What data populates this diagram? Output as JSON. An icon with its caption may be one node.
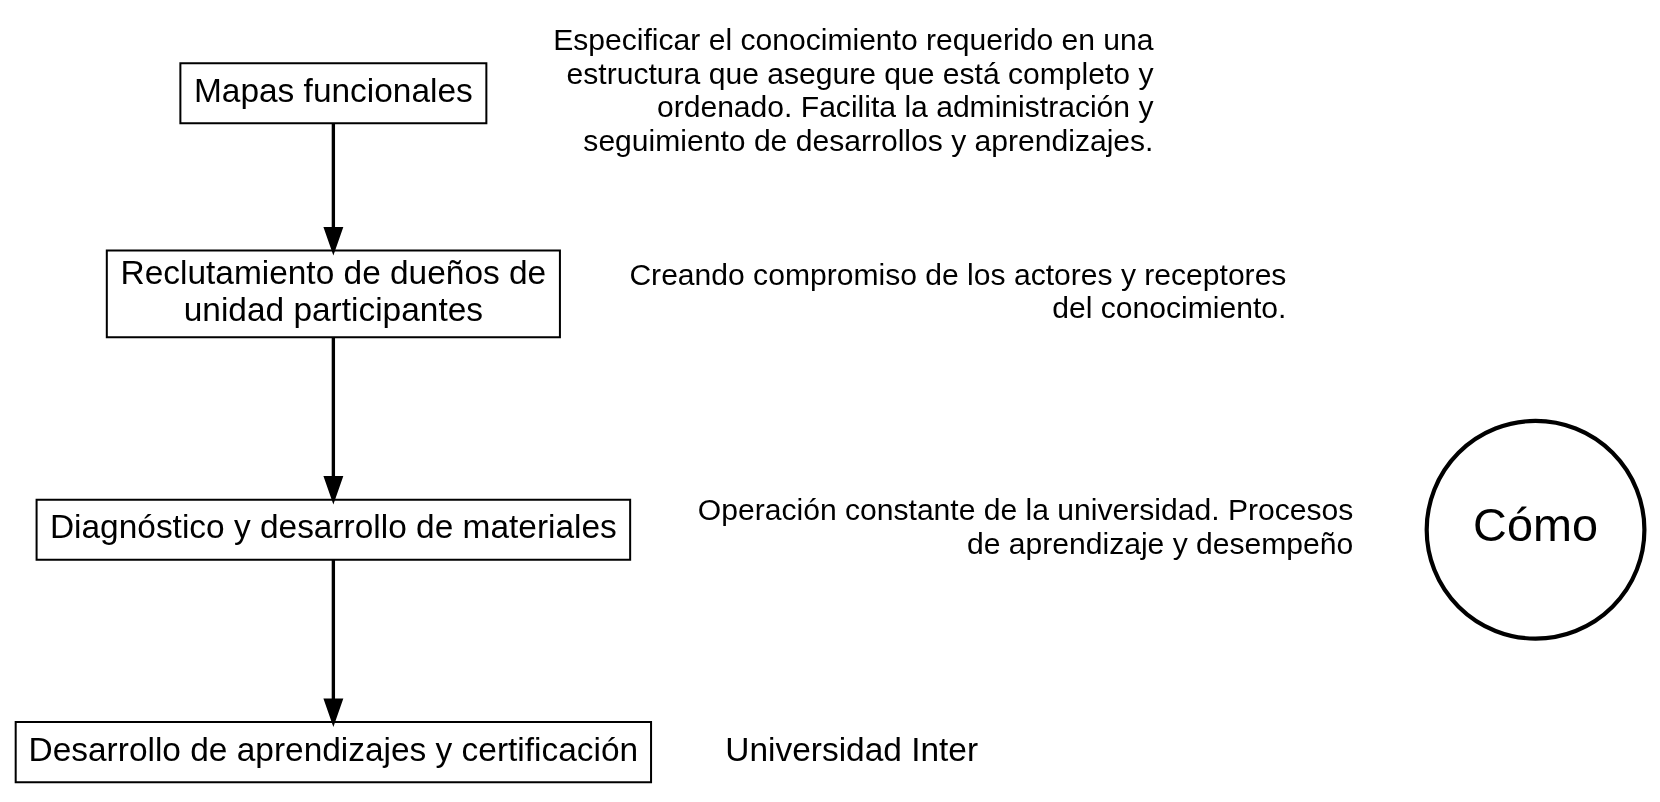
{
  "diagram": {
    "nodes": [
      {
        "text": [
          "Mapas funcionales"
        ],
        "beside": [
          "Especificar el conocimiento requerido en una estructura que asegure que está completo y ordenado. Facilita la administración y seguimiento de desarrollos y aprendizajes."
        ]
      },
      {
        "text": [
          "Reclutamiento de dueños de unidad participantes"
        ],
        "beside": [
          "Creando compromiso de los actores y receptores del conocimiento."
        ]
      },
      {
        "text": [
          "Diagnóstico y desarrollo de materiales"
        ],
        "beside": [
          "Operación constante de la universidad. Procesos de aprendizaje y desempeño"
        ]
      },
      {
        "text": [
          "Desarrollo de aprendizajes y certificación"
        ]
      },
      {
        "text": [
          "Cómo"
        ]
      }
    ],
    "edges": [
      {
        "from": 0,
        "to": 1,
        "arrow": "to"
      },
      {
        "from": 1,
        "to": 2,
        "arrow": "to"
      },
      {
        "from": 2,
        "to": 3,
        "arrow": "to"
      }
    ],
    "labels": [
      "Universidad Inter"
    ]
  }
}
